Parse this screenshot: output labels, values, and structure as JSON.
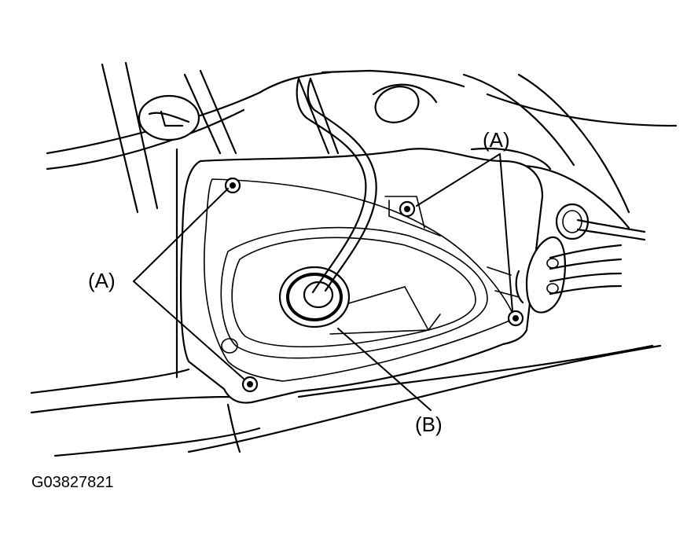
{
  "callouts": {
    "a_top_right": "(A)",
    "a_left": "(A)",
    "b_bottom": "(B)"
  },
  "figure_code": "G03827821",
  "colors": {
    "line": "#000000",
    "background": "#ffffff"
  }
}
